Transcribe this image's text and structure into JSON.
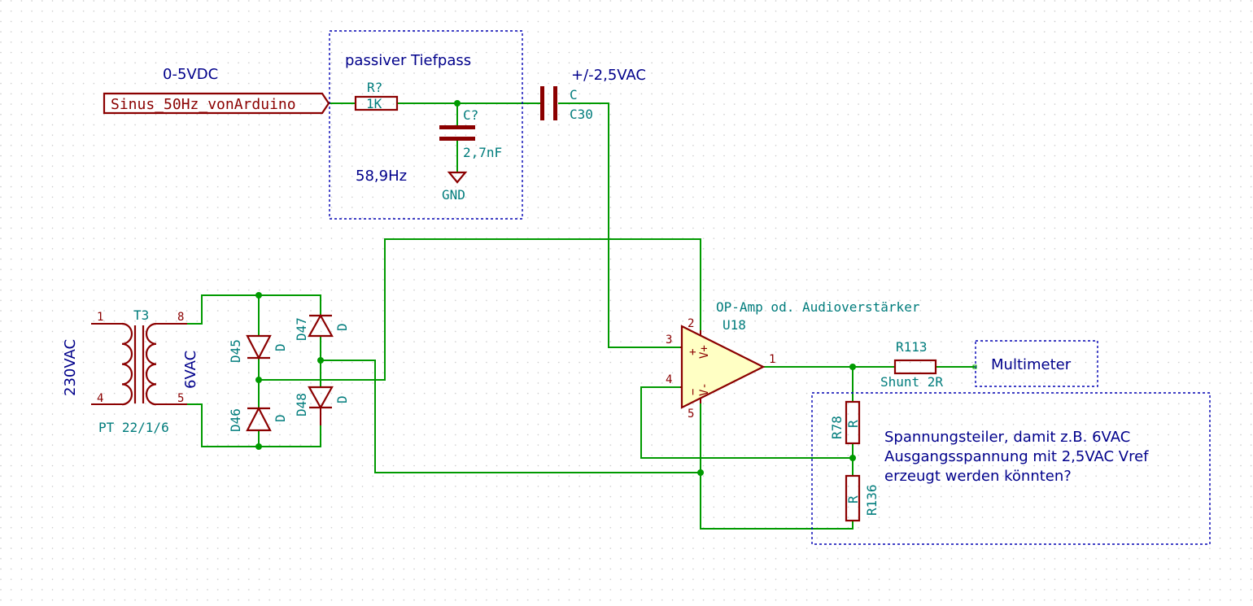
{
  "colors": {
    "wire": "#009a00",
    "component": "#8b0000",
    "reference": "#007c7c",
    "note": "#00008b",
    "opamp_fill": "#ffffc4",
    "background": "#ffffff"
  },
  "global_label": {
    "text": "Sinus_50Hz_vonArduino"
  },
  "notes": {
    "input_voltage": "0-5VDC",
    "lowpass_title": "passiver Tiefpass",
    "cutoff": "58,9Hz",
    "ac_voltage": "+/-2,5VAC",
    "primary_voltage": "230VAC",
    "secondary_voltage": "6VAC",
    "opamp_note": "OP-Amp od. Audioverstärker",
    "multimeter": "Multimeter",
    "divider_line1": "Spannungsteiler, damit z.B. 6VAC",
    "divider_line2": "Ausgangsspannung mit 2,5VAC Vref",
    "divider_line3": "erzeugt werden könnten?"
  },
  "components": {
    "r_filter": {
      "ref": "R?",
      "value": "1K"
    },
    "c_filter": {
      "ref": "C?",
      "value": "2,7nF"
    },
    "gnd": {
      "label": "GND"
    },
    "c30": {
      "ref": "C30",
      "value": "C"
    },
    "transformer": {
      "ref": "T3",
      "value": "PT 22/1/6",
      "pins": [
        "1",
        "4",
        "8",
        "5"
      ]
    },
    "d45": {
      "ref": "D45",
      "value": "D"
    },
    "d46": {
      "ref": "D46",
      "value": "D"
    },
    "d47": {
      "ref": "D47",
      "value": "D"
    },
    "d48": {
      "ref": "D48",
      "value": "D"
    },
    "opamp": {
      "ref": "U18",
      "pins": [
        "1",
        "2",
        "3",
        "4",
        "5"
      ],
      "plus_sign": "+",
      "minus_sign": "−",
      "vplus": "V+",
      "vminus": "V-"
    },
    "r113": {
      "ref": "R113",
      "value": "Shunt 2R"
    },
    "r78": {
      "ref": "R78",
      "value": "R"
    },
    "r136": {
      "ref": "R136",
      "value": "R"
    }
  }
}
